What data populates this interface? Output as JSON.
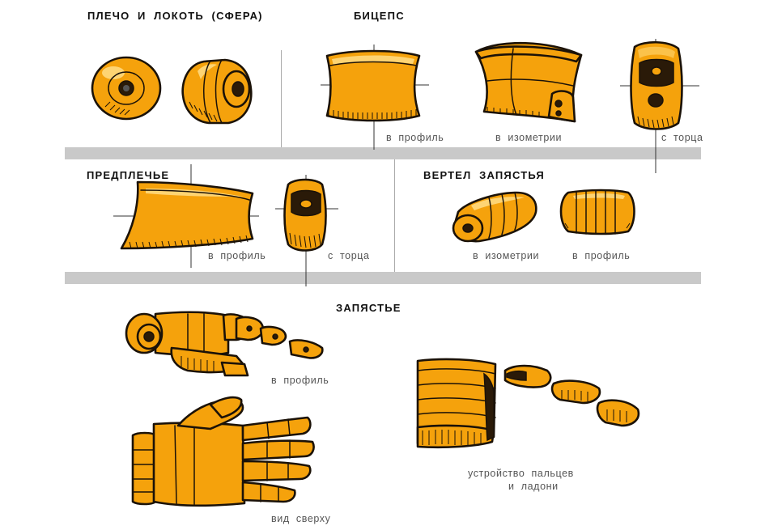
{
  "sections": {
    "shoulder": {
      "title": "ПЛЕЧО  И  ЛОКОТЬ  (СФЕРА)"
    },
    "biceps": {
      "title": "БИЦЕПС",
      "captions": [
        "в  профиль",
        "в  изометрии",
        "с  торца"
      ]
    },
    "forearm": {
      "title": "ПРЕДПЛЕЧЬЕ",
      "captions": [
        "в  профиль",
        "с  торца"
      ]
    },
    "wrist_swivel": {
      "title": "ВЕРТЕЛ  ЗАПЯСТЬЯ",
      "captions": [
        "в  изометрии",
        "в  профиль"
      ]
    },
    "wrist": {
      "title": "ЗАПЯСТЬЕ",
      "captions": [
        "в  профиль",
        "вид  сверху",
        "устройство  пальцев",
        "и  ладони"
      ]
    }
  },
  "colors": {
    "orange": "#f5a20c",
    "outline": "#1b1208",
    "band": "#c9c9c9",
    "caption": "#555555"
  }
}
